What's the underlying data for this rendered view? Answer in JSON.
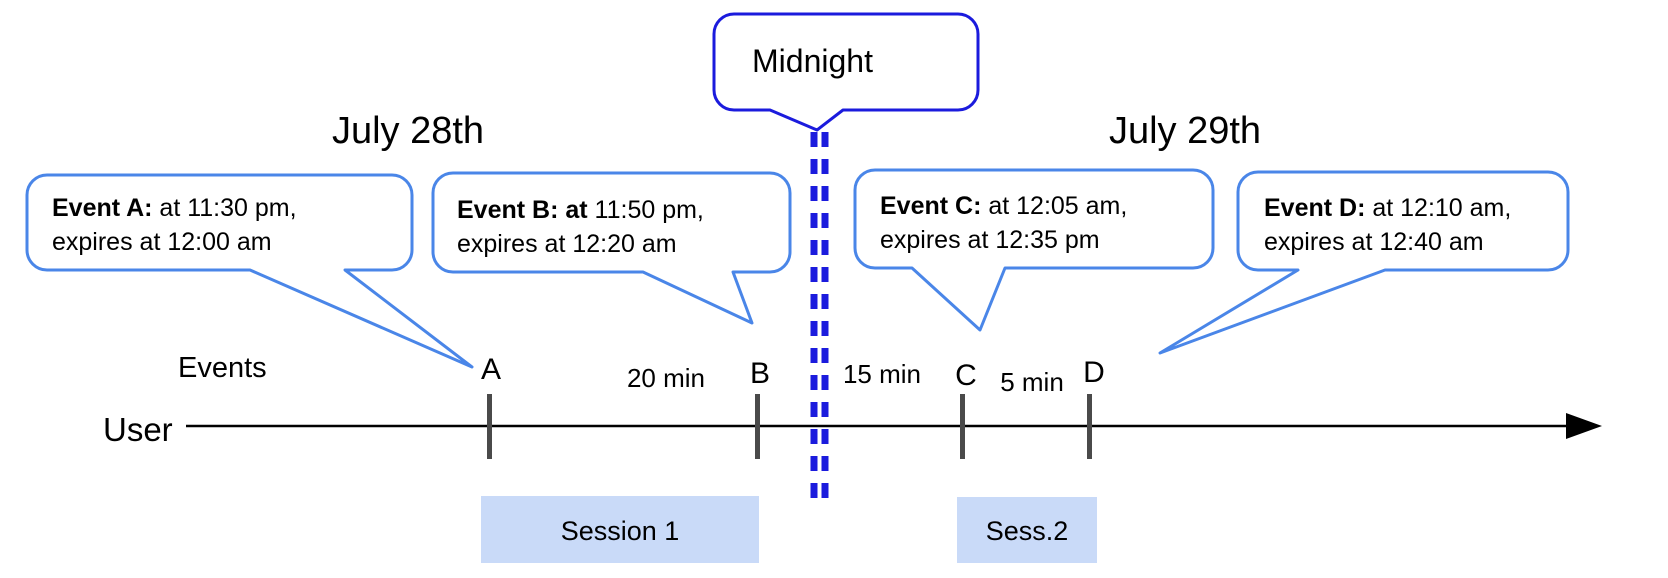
{
  "colors": {
    "event_callout_border": "#4a86e8",
    "midnight_border": "#1b1bdd",
    "session_fill": "#c9daf8",
    "tick_gray": "#4a4a4a"
  },
  "titles": {
    "left_date": "July 28th",
    "right_date": "July 29th"
  },
  "midnight_callout": {
    "label": "Midnight"
  },
  "event_callouts": [
    {
      "name": "A",
      "bold": "Event A:",
      "regular": " at 11:30 pm,",
      "line2": "expires at 12:00 am"
    },
    {
      "name": "B",
      "bold": "Event B: at",
      "regular": " 11:50 pm,",
      "line2": "expires at 12:20 am"
    },
    {
      "name": "C",
      "bold": "Event C:",
      "regular": " at 12:05 am,",
      "line2": "expires at 12:35 pm"
    },
    {
      "name": "D",
      "bold": "Event D:",
      "regular": " at 12:10 am,",
      "line2": "expires at 12:40 am"
    }
  ],
  "timeline": {
    "events_label": "Events",
    "user_label": "User",
    "tick_labels": [
      "A",
      "B",
      "C",
      "D"
    ],
    "gap_labels": [
      "20 min",
      "15 min",
      "5 min"
    ]
  },
  "sessions": [
    {
      "label": "Session 1"
    },
    {
      "label": "Sess.2"
    }
  ]
}
